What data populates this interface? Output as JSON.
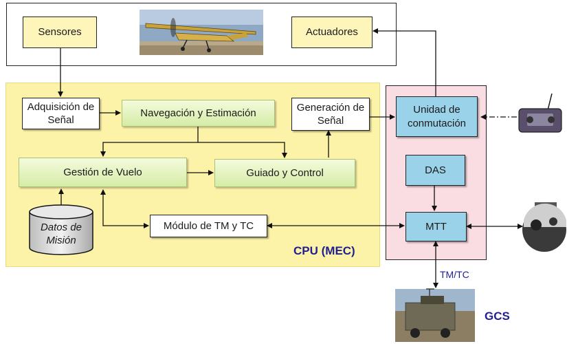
{
  "outer_labels": {
    "sensores": "Sensores",
    "actuadores": "Actuadores"
  },
  "cpu": {
    "adquisicion": "Adquisición de Señal",
    "navegacion": "Navegación y Estimación",
    "generacion": "Generación de Señal",
    "gestion": "Gestión de Vuelo",
    "guiado": "Guiado y Control",
    "datos": "Datos de Misión",
    "modulo": "Módulo de TM y TC",
    "label": "CPU (MEC)"
  },
  "comms": {
    "unidad": "Unidad de conmutación",
    "das": "DAS",
    "mtt": "MTT",
    "tmtc": "TM/TC"
  },
  "gcs": {
    "label": "GCS"
  },
  "icons": [
    "airplane-photo",
    "radio-remote-icon",
    "gimbal-camera-icon",
    "gcs-vehicle-photo"
  ],
  "colors": {
    "cpu_panel": "#fdf3a8",
    "comms_panel": "#f9dde3",
    "blue_box": "#9ad2ea",
    "label_blue": "#1f1f8f"
  }
}
